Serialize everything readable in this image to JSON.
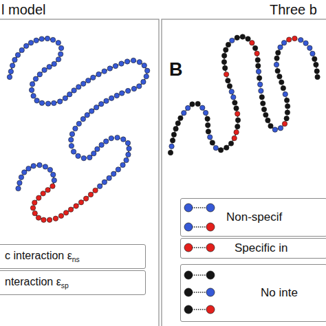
{
  "diagram": {
    "nodes": [
      {
        "text": [
          "c interaction ε",
          "ns"
        ]
      },
      {
        "text": [
          "nteraction ε",
          "sp"
        ]
      },
      {
        "text": [
          "Non-specif"
        ]
      },
      {
        "text": [
          "Specific in"
        ]
      },
      {
        "text": [
          "No inte"
        ]
      }
    ],
    "labels": [
      "l model",
      "Three b",
      "B"
    ]
  }
}
